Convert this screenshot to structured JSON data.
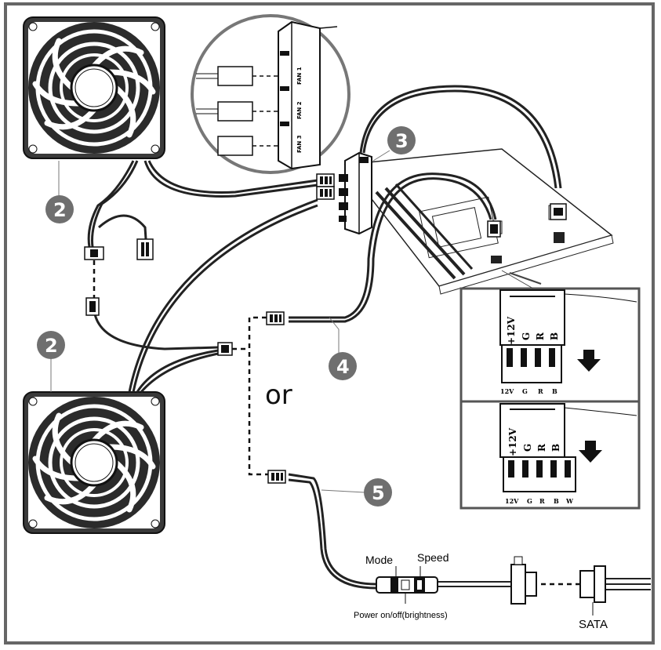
{
  "badges": [
    "2",
    "2",
    "3",
    "4",
    "5"
  ],
  "or_text": "or",
  "controller": {
    "mode": "Mode",
    "speed": "Speed",
    "power": "Power on/off(brightness)"
  },
  "sata_label": "SATA",
  "hub_ports": [
    "FAN 1",
    "FAN 2",
    "FAN 3"
  ],
  "header_rgb": {
    "pin_label_rotated": "+12V",
    "pins_top": [
      "G",
      "R",
      "B"
    ],
    "pins_bottom": [
      "12V",
      "G",
      "R",
      "B"
    ]
  },
  "header_rgbw": {
    "pin_label_rotated": "+12V",
    "pins_top": [
      "G",
      "R",
      "B"
    ],
    "pins_bottom": [
      "12V",
      "G",
      "R",
      "B",
      "W"
    ]
  },
  "colors": {
    "border": "#666666",
    "ink": "#111111",
    "badge": "#6f6f6f"
  }
}
